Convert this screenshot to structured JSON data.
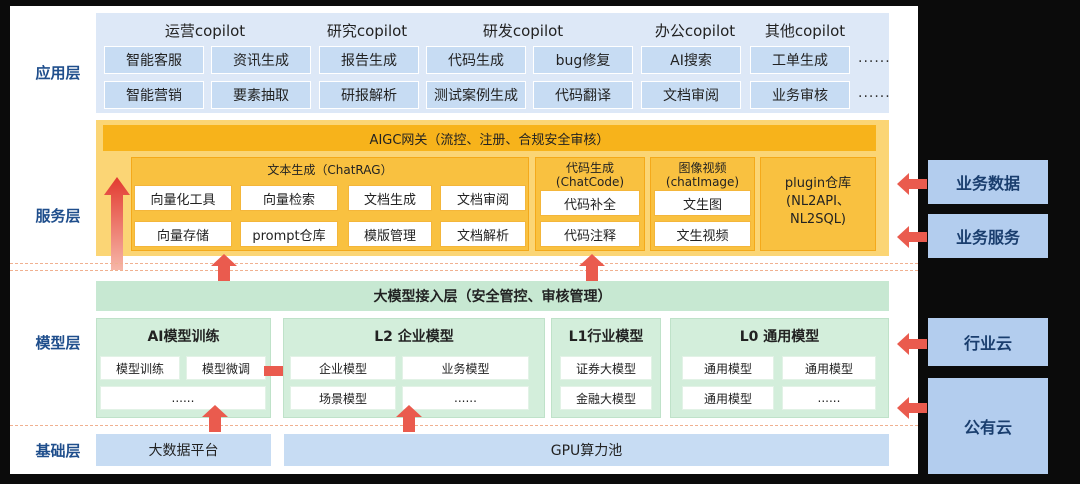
{
  "layers": {
    "app": "应用层",
    "service": "服务层",
    "model": "模型层",
    "base": "基础层"
  },
  "app": {
    "headers": [
      "运营copilot",
      "研究copilot",
      "研发copilot",
      "办公copilot",
      "其他copilot"
    ],
    "row1": [
      "智能客服",
      "资讯生成",
      "报告生成",
      "代码生成",
      "bug修复",
      "AI搜索",
      "工单生成"
    ],
    "row2": [
      "智能营销",
      "要素抽取",
      "研报解析",
      "测试案例生成",
      "代码翻译",
      "文档审阅",
      "业务审核"
    ],
    "more": "......"
  },
  "service": {
    "gateway": "AIGC网关（流控、注册、合规安全审核）",
    "text_gen": {
      "title": "文本生成（ChatRAG）",
      "row1": [
        "向量化工具",
        "向量检索",
        "文档生成",
        "文档审阅"
      ],
      "row2": [
        "向量存储",
        "prompt仓库",
        "模版管理",
        "文档解析"
      ]
    },
    "code_gen": {
      "title1": "代码生成",
      "title2": "(ChatCode)",
      "cells": [
        "代码补全",
        "代码注释"
      ]
    },
    "image_gen": {
      "title1": "图像视频",
      "title2": "(chatImage)",
      "cells": [
        "文生图",
        "文生视频"
      ]
    },
    "plugin": {
      "line1": "plugin仓库",
      "line2": "(NL2API、",
      "line3": "NL2SQL)"
    }
  },
  "model": {
    "access": "大模型接入层（安全管控、审核管理）",
    "ai_train": {
      "title": "AI模型训练",
      "cells": [
        "模型训练",
        "模型微调",
        "......"
      ]
    },
    "l2": {
      "title": "L2 企业模型",
      "cells": [
        "企业模型",
        "业务模型",
        "场景模型",
        "......"
      ]
    },
    "l1": {
      "title": "L1行业模型",
      "cells": [
        "证券大模型",
        "金融大模型"
      ]
    },
    "l0": {
      "title": "L0 通用模型",
      "cells": [
        "通用模型",
        "通用模型",
        "通用模型",
        "......"
      ]
    }
  },
  "base": {
    "bigdata": "大数据平台",
    "gpu": "GPU算力池"
  },
  "right": [
    "业务数据",
    "业务服务",
    "行业云",
    "公有云"
  ],
  "colors": {
    "app_bg": "#dde8f7",
    "app_cell": "#c7dcf3",
    "service_bg": "#fbd575",
    "gateway": "#f7b31b",
    "model_cell": "#d3eedb",
    "right_box": "#b3cdee",
    "arrow": "#e8403a",
    "layer_label": "#1f4e8c"
  }
}
